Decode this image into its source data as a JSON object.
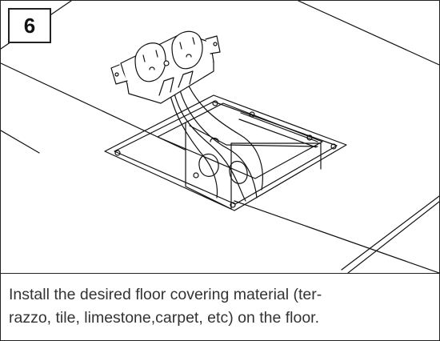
{
  "step": {
    "number": "6"
  },
  "caption": {
    "line1": "Install the desired floor covering material (ter-",
    "line2": "razzo, tile, limestone,carpet, etc) on the floor."
  },
  "illustration": {
    "subject": "floor box with duplex receptacle",
    "stroke_color": "#111111",
    "fill_color": "#ffffff"
  }
}
